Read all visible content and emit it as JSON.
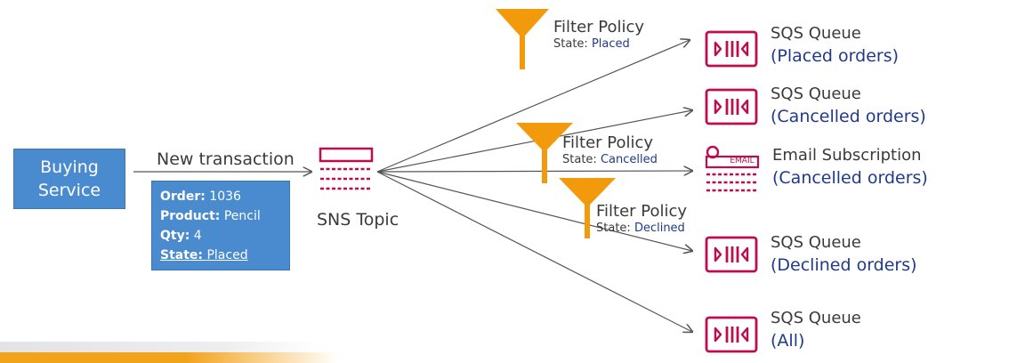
{
  "buying_service": {
    "line1": "Buying",
    "line2": "Service"
  },
  "transaction": {
    "label": "New transaction",
    "order_key": "Order:",
    "order_val": "1036",
    "product_key": "Product:",
    "product_val": "Pencil",
    "qty_key": "Qty:",
    "qty_val": "4",
    "state_key": "State:",
    "state_val": "Placed"
  },
  "topic": {
    "label": "SNS Topic"
  },
  "filters": [
    {
      "title": "Filter Policy",
      "state_key": "State:",
      "state_val": "Placed"
    },
    {
      "title": "Filter Policy",
      "state_key": "State:",
      "state_val": "Cancelled"
    },
    {
      "title": "Filter Policy",
      "state_key": "State:",
      "state_val": "Declined"
    }
  ],
  "subscribers": [
    {
      "title": "SQS Queue",
      "sub": "(Placed orders)"
    },
    {
      "title": "SQS Queue",
      "sub": "(Cancelled orders)"
    },
    {
      "title": "Email Subscription",
      "sub": "(Cancelled orders)",
      "badge": "EMAIL"
    },
    {
      "title": "SQS Queue",
      "sub": "(Declined orders)"
    },
    {
      "title": "SQS Queue",
      "sub": "(All)"
    }
  ],
  "colors": {
    "service_blue": "#4a8bd0",
    "aws_maroon": "#bf0c4f",
    "filter_orange": "#f29a0b",
    "label_navy": "#1f3a8a"
  }
}
